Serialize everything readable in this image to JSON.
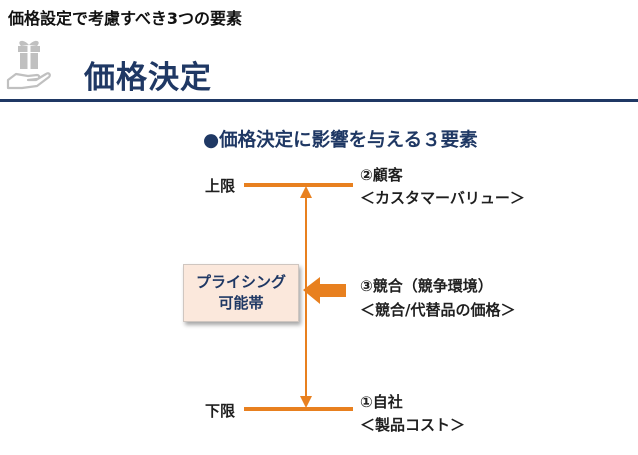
{
  "header": {
    "top_title": "価格設定で考慮すべき3つの要素",
    "main_title": "価格決定"
  },
  "diagram": {
    "subtitle": "●価格決定に影響を与える３要素",
    "upper_limit": "上限",
    "lower_limit": "下限",
    "pricing_box": {
      "line1": "プライシング",
      "line2": "可能帯"
    },
    "elements": [
      {
        "title": "②顧客",
        "sub": "＜カスタマーバリュー＞"
      },
      {
        "title": "③競合（競争環境）",
        "sub": "＜競合/代替品の価格＞"
      },
      {
        "title": "①自社",
        "sub": "＜製品コスト＞"
      }
    ]
  },
  "colors": {
    "navy": "#1f3864",
    "orange": "#e8801f",
    "icon_gray": "#c0c0c0"
  }
}
